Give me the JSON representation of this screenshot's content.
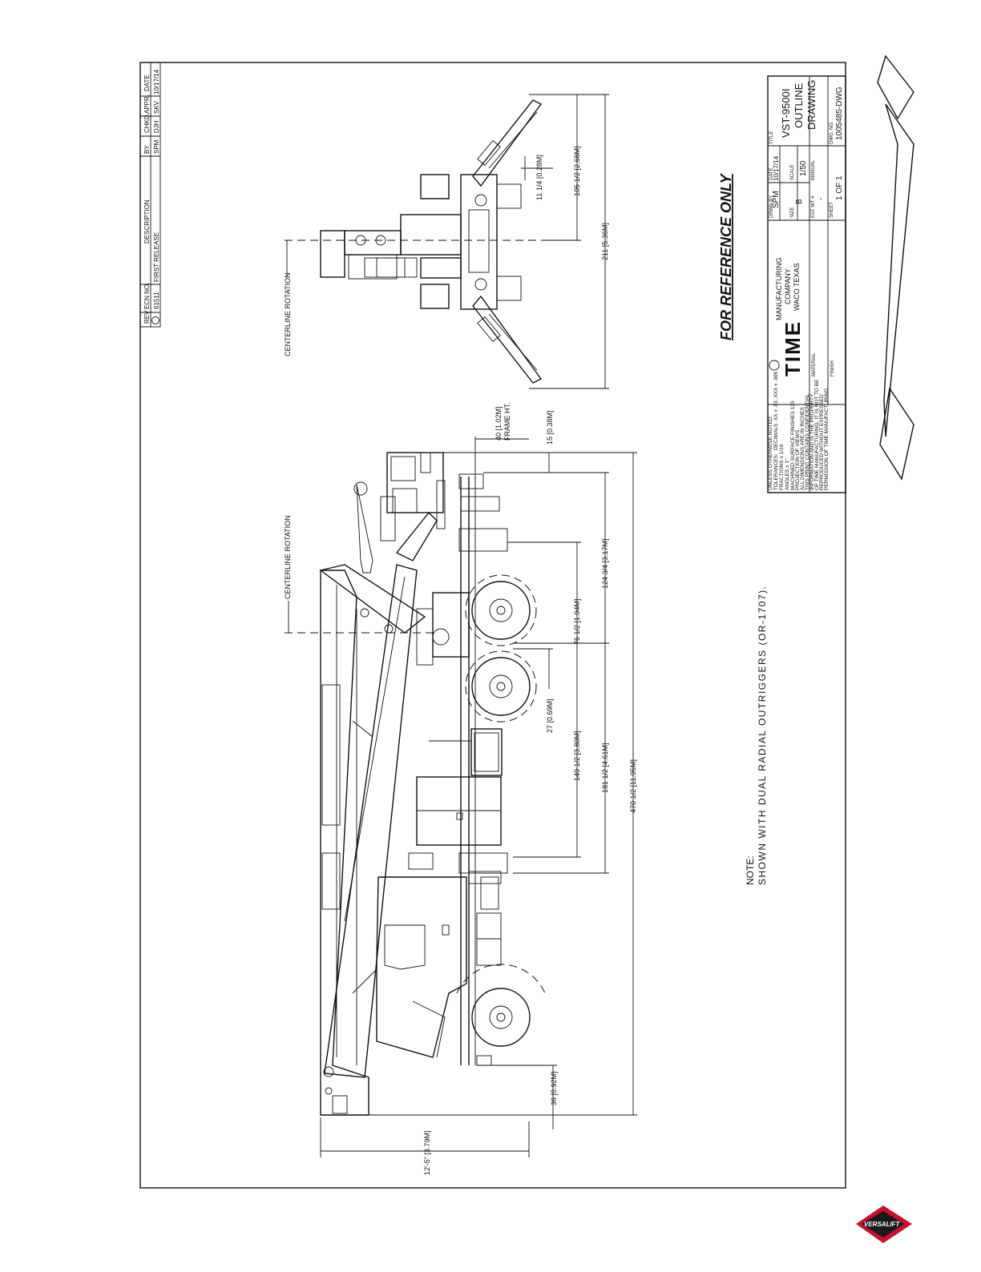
{
  "revision_block": {
    "headers": [
      "REV",
      "ECN NO.",
      "DESCRIPTION",
      "BY",
      "CHKD.",
      "APPR.",
      "DATE"
    ],
    "row": [
      "",
      "61511",
      "FIRST RELEASE",
      "SPM",
      "DJH",
      "SKV",
      "10/17/14"
    ]
  },
  "labels": {
    "centerline_side": "CENTERLINE ROTATION",
    "centerline_rear": "CENTERLINE ROTATION",
    "reference": "FOR REFERENCE ONLY",
    "note_title": "NOTE:",
    "note_text": "SHOWN WITH DUAL RADIAL OUTRIGGERS (OR-1707)."
  },
  "side_dimensions": {
    "height_overall": "12'-5\" [3.79M]",
    "front_overhang": "36 [0.92M]",
    "overall_length": "470 1/2 [11.95M]",
    "d181": "181 1/2 [4.61M]",
    "d149": "149 1/2 [3.80M]",
    "d27": "27 [0.69M]",
    "d76": "76 1/2 [1.94M]",
    "d124": "124 3/4 [3.17M]",
    "d15": "15 [0.38M]",
    "frame_ht": "40 [1.02M]",
    "frame_ht_label": "FRAME HT."
  },
  "rear_dimensions": {
    "spread": "211 [5.36M]",
    "half_spread": "105 1/2 [2.68M]",
    "pad_rise": "11 1/4 [0.28M]"
  },
  "title_block": {
    "tolerances": [
      "UNLESS OTHERWISE NOTED:",
      "TOLERANCES:",
      "FRACTIONS ± 1/16",
      "ANGLES ± 1°",
      "DECIMALS .XX ± .03  .XXX ± .005",
      "MACHINED SURFACE FINISHES 125",
      "PROJECTION OF VIEWS",
      "ALL DIMENSIONS ARE IN INCHES",
      "THIS PRINT CONTAINS CONFIDENTIAL",
      "INFORMATION AND IS THE PROPERTY",
      "OF TIME MANUFACTURING. IT IS NOT TO BE",
      "REPRODUCED WITHOUT EXPRESSED",
      "PERMISSION OF TIME MANUFACTURING."
    ],
    "company_logo": "TIME",
    "company_line1": "MANUFACTURING",
    "company_line2": "COMPANY",
    "company_line3": "WACO TEXAS",
    "material_label": "MATERIAL",
    "finish_label": "FINISH",
    "drwn_by_label": "DRWN BY",
    "drwn_by": "SPM",
    "date_label": "DATE",
    "date": "10/17/14",
    "size_label": "SIZE",
    "size": "B",
    "scale_label": "SCALE",
    "scale": "1/50",
    "est_wt_label": "EST WT #",
    "est_wt": "-",
    "manual_label": "MANUAL",
    "sheet_label": "SHEET",
    "sheet": "1 OF 1",
    "title_label": "TITLE",
    "title_lines": [
      "VST-9500I",
      "OUTLINE",
      "DRAWING"
    ],
    "dwg_no_label": "DWG. NO.",
    "dwg_no": "1005485-DWG"
  },
  "brand": {
    "versalift": "VERSALIFT",
    "red": "#c8102e"
  }
}
